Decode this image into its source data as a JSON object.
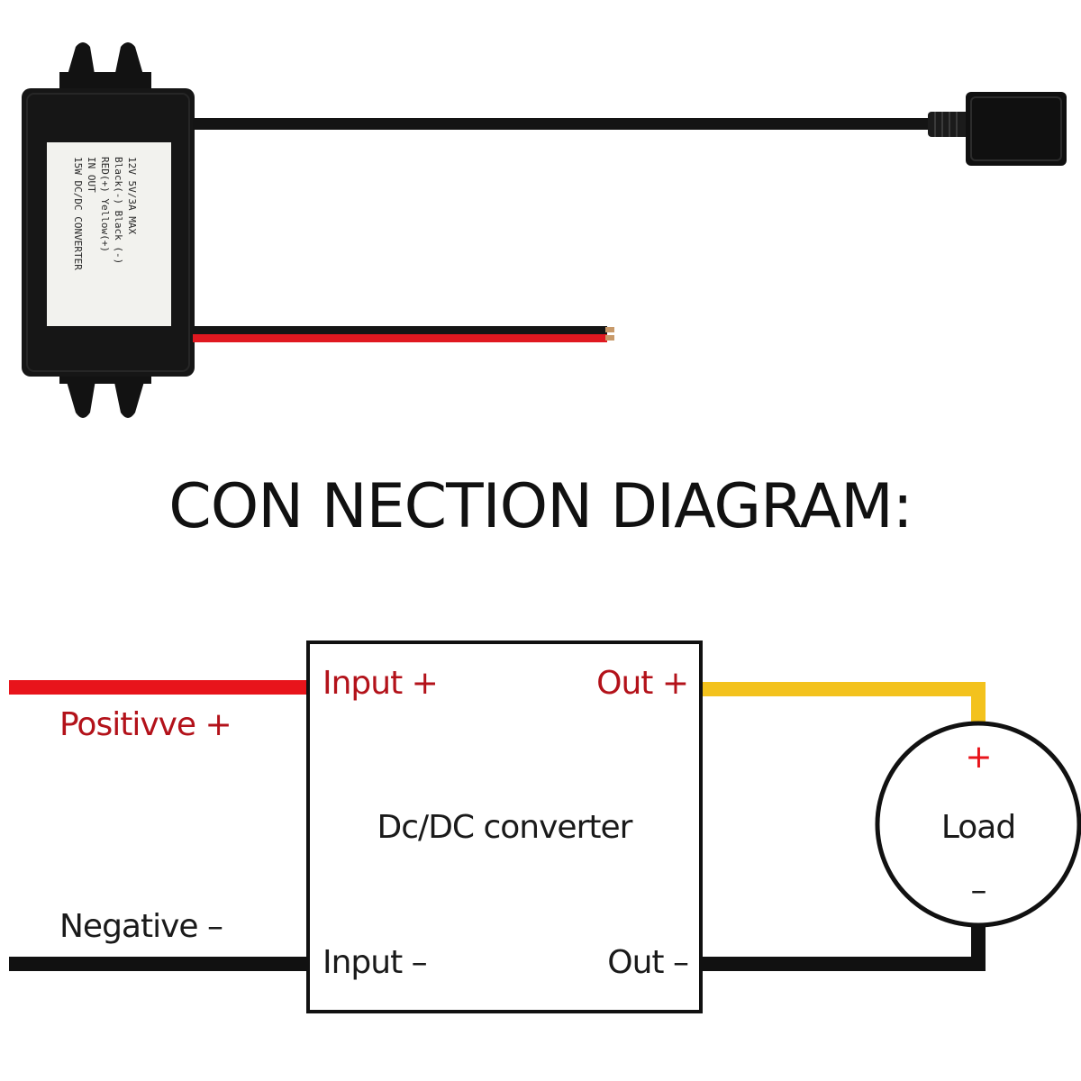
{
  "product": {
    "sticker": {
      "line1": "15W DC/DC CONVERTER",
      "line2": "IN                OUT",
      "line3": "RED(+)       Yellow(+)",
      "line4": "Black(-)     Black (-)",
      "line5": "12V     5V/3A   MAX"
    }
  },
  "title": "CON NECTION DIAGRAM:",
  "diagram": {
    "positive_label": "Positivve +",
    "negative_label": "Negative –",
    "box_label": "Dc/DC converter",
    "input_plus": "Input +",
    "input_minus": "Input –",
    "out_plus": "Out +",
    "out_minus": "Out –",
    "load_label": "Load",
    "load_plus": "+",
    "load_minus": "–"
  },
  "colors": {
    "positive_wire": "#e8141b",
    "negative_wire": "#111111",
    "output_wire": "#f3c21d",
    "label_red": "#b3121a",
    "plus_red": "#e8141b"
  }
}
